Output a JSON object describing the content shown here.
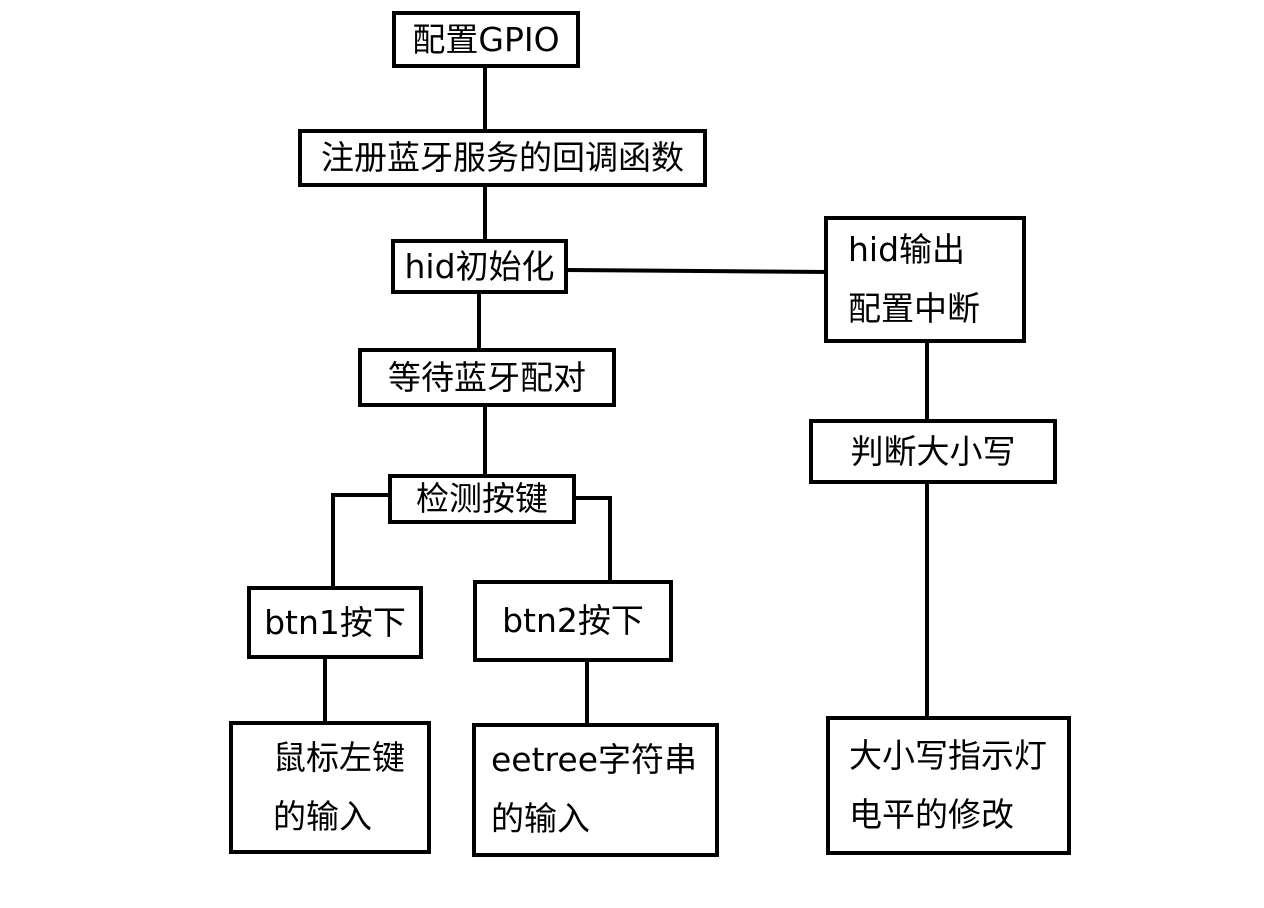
{
  "flowchart": {
    "nodes": {
      "config_gpio": "配置GPIO",
      "register_callback": "注册蓝牙服务的回调函数",
      "hid_init": "hid初始化",
      "wait_pairing": "等待蓝牙配对",
      "detect_keys": "检测按键",
      "btn1_pressed": "btn1按下",
      "btn2_pressed": "btn2按下",
      "mouse_left_line1": "鼠标左键",
      "mouse_left_line2": "的输入",
      "eetree_line1": "eetree字符串",
      "eetree_line2": "的输入",
      "hid_output_line1": "hid输出",
      "hid_output_line2": "配置中断",
      "judge_case": "判断大小写",
      "caps_led_line1": "大小写指示灯",
      "caps_led_line2": "电平的修改"
    }
  }
}
